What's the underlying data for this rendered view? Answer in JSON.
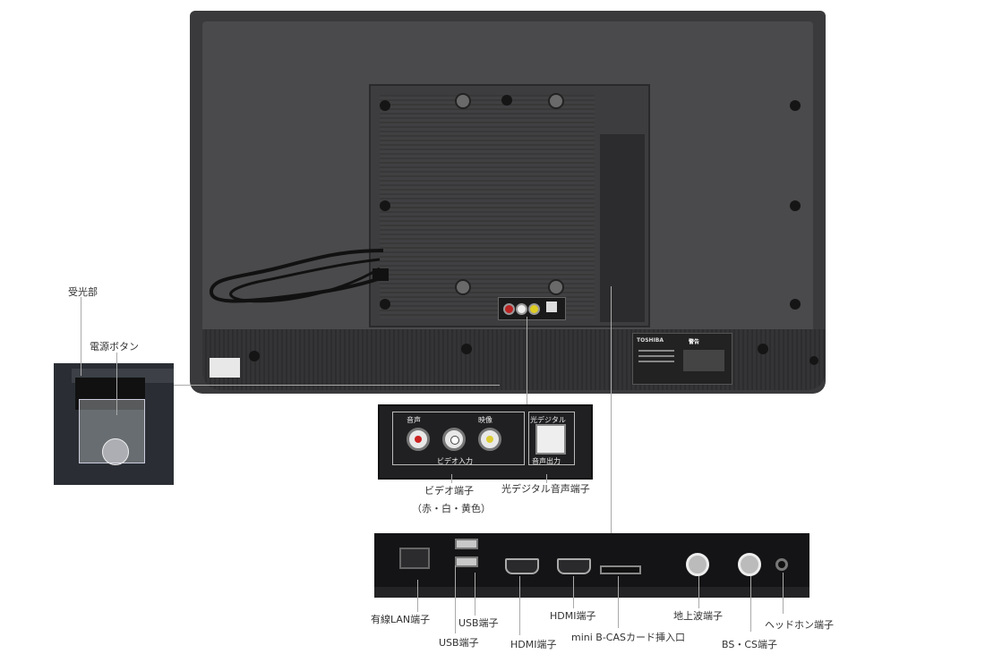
{
  "tv": {
    "brand": "TOSHIBA",
    "warning_label": "警告"
  },
  "callouts": {
    "receiver": "受光部",
    "power_button": "電源ボタン",
    "video_terminal": "ビデオ端子",
    "video_colors": "（赤・白・黄色）",
    "optical_audio": "光デジタル音声端子",
    "lan": "有線LAN端子",
    "usb_1": "USB端子",
    "usb_2": "USB端子",
    "hdmi_1": "HDMI端子",
    "hdmi_2": "HDMI端子",
    "bcas": "mini B-CASカード挿入口",
    "terrestrial": "地上波端子",
    "bs_cs": "BS・CS端子",
    "headphone": "ヘッドホン端子"
  },
  "av_panel": {
    "audio": "音声",
    "video_in": "ビデオ入力",
    "video": "映像",
    "optical": "光デジタル",
    "audio_out": "音声出力"
  }
}
